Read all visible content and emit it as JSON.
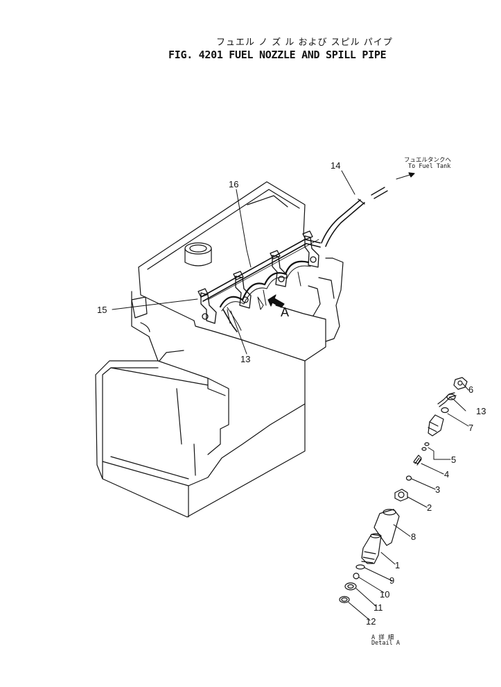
{
  "title": {
    "japanese": "フュエル ノ ズ ル  および スピル パイプ",
    "english": "FIG. 4201 FUEL NOZZLE AND SPILL PIPE"
  },
  "annotations": {
    "fuel_tank_jp": "フュエルタンクへ",
    "fuel_tank_en": "To Fuel Tank",
    "view_marker": "A",
    "detail_jp": "A 詳 細",
    "detail_en": "Detail A"
  },
  "callouts": {
    "c1": "1",
    "c2": "2",
    "c3": "3",
    "c4": "4",
    "c5": "5",
    "c6": "6",
    "c7": "7",
    "c8": "8",
    "c9": "9",
    "c10": "10",
    "c11": "11",
    "c12": "12",
    "c13a": "13",
    "c13b": "13",
    "c14": "14",
    "c15": "15",
    "c16": "16"
  }
}
